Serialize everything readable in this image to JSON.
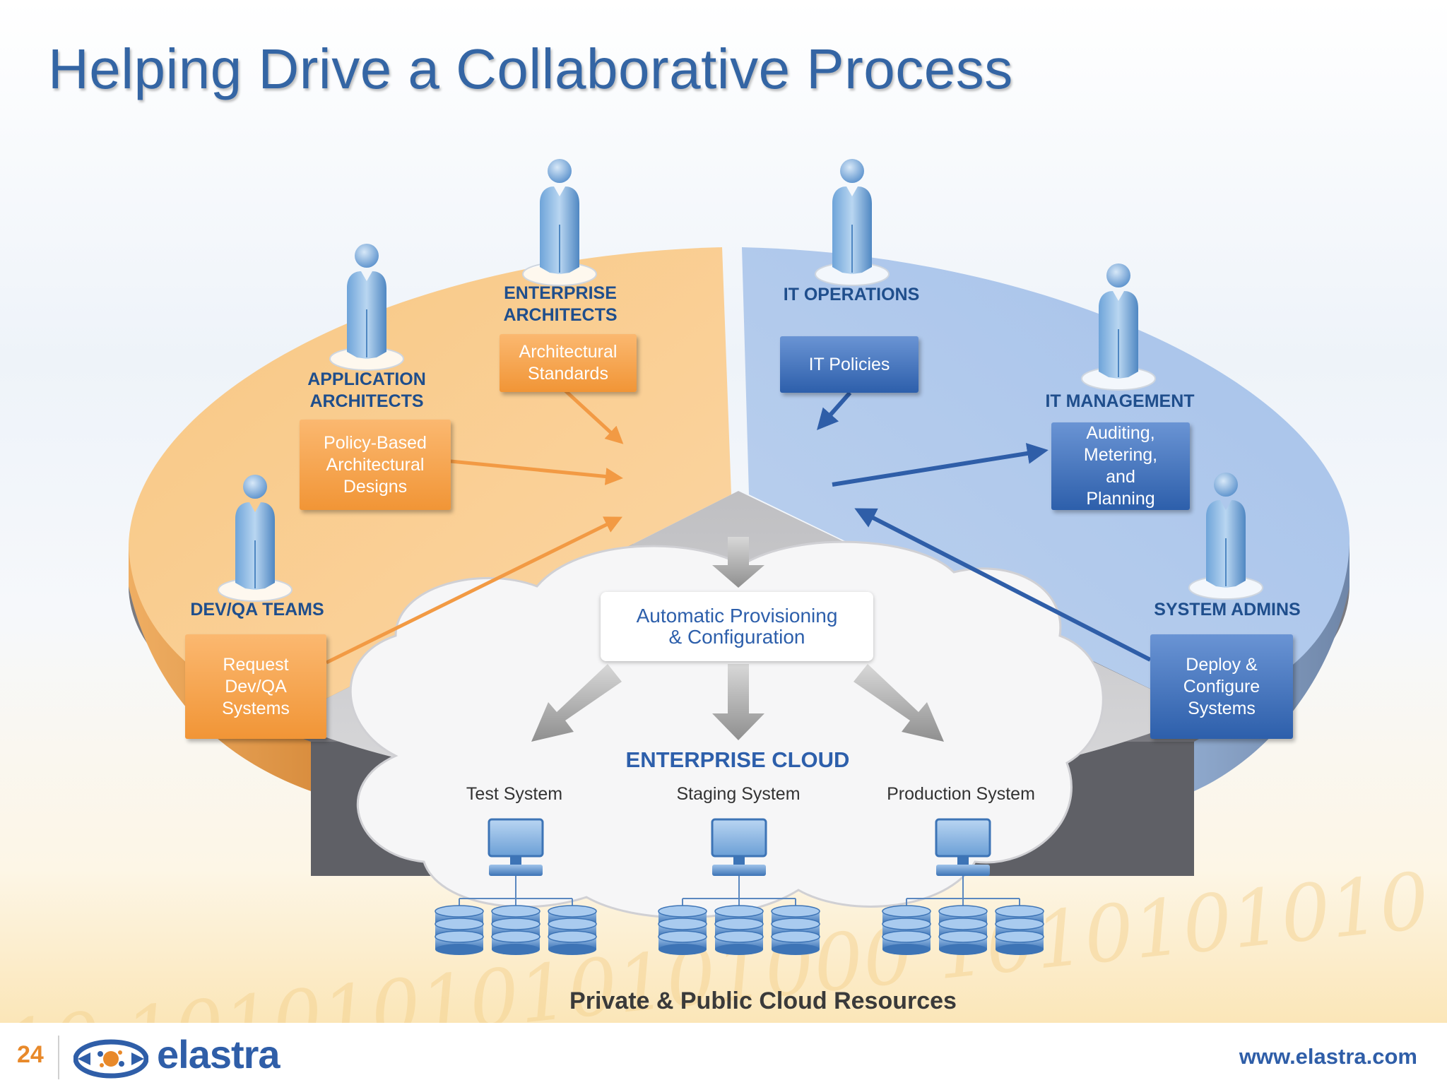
{
  "slide": {
    "title": "Helping Drive a Collaborative Process",
    "page_number": "24",
    "logo_text": "elastra",
    "url": "www.elastra.com",
    "watermark_text": "1010101010101010"
  },
  "roles": {
    "enterprise_architects": "ENTERPRISE\nARCHITECTS",
    "application_architects": "APPLICATION\nARCHITECTS",
    "devqa_teams": "DEV/QA TEAMS",
    "it_operations": "IT OPERATIONS",
    "it_management": "IT MANAGEMENT",
    "system_admins": "SYSTEM ADMINS"
  },
  "boxes": {
    "architectural_standards": "Architectural\nStandards",
    "policy_based_designs": "Policy-Based\nArchitectural\nDesigns",
    "request_devqa": "Request\nDev/QA\nSystems",
    "it_policies": "IT Policies",
    "auditing": "Auditing,\nMetering,\nand\nPlanning",
    "deploy_configure": "Deploy &\nConfigure\nSystems"
  },
  "center": {
    "provisioning_line1": "Automatic Provisioning",
    "provisioning_line2": "& Configuration",
    "cloud_title": "ENTERPRISE CLOUD",
    "systems": [
      "Test System",
      "Staging System",
      "Production System"
    ],
    "resources_label": "Private & Public Cloud Resources"
  },
  "colors": {
    "title_blue": "#3465a4",
    "role_blue": "#1f4e8c",
    "orange_slice": "#f8c98a",
    "blue_slice": "#a9c4e8",
    "orange_arrow": "#f29a44",
    "blue_arrow": "#2f5ea8",
    "page_number_orange": "#e8892a"
  }
}
